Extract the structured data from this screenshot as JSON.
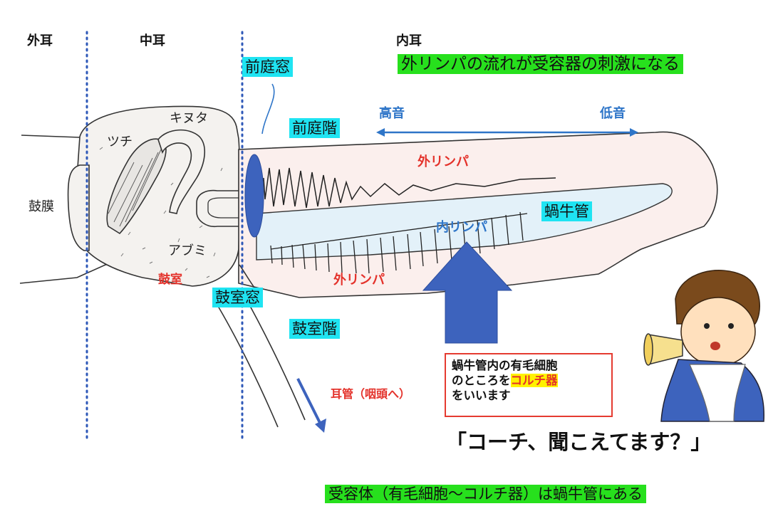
{
  "sections": {
    "outer": "外耳",
    "middle": "中耳",
    "inner": "内耳"
  },
  "headline": "外リンパの流れが受容器の刺激になる",
  "footer": "受容体（有毛細胞〜コルチ器）は蝸牛管にある",
  "labels": {
    "oval_window": "前庭窓",
    "round_window": "鼓室窓",
    "scala_vestibuli": "前庭階",
    "scala_tympani": "鼓室階",
    "cochlear_duct": "蝸牛管",
    "high_pitch": "高音",
    "low_pitch": "低音",
    "perilymph": "外リンパ",
    "endolymph": "内リンパ",
    "malleus": "ツチ",
    "incus": "キヌタ",
    "stapes": "アブミ",
    "eardrum": "鼓膜",
    "tympanic_cavity": "鼓室",
    "eustachian_tube": "耳管（咽頭へ）"
  },
  "callout": {
    "line1": "蝸牛管内の有毛細胞",
    "line2_prefix": "のところを",
    "line2_highlight": "コルチ器",
    "line3": "をいいます"
  },
  "speech": "「コーチ、聞こえてます？」",
  "colors": {
    "cyan_highlight": "#1fe4f2",
    "green_highlight": "#27e01d",
    "red_text": "#e4322b",
    "blue_text": "#2e75c8",
    "window_blue": "#3d63bd"
  }
}
